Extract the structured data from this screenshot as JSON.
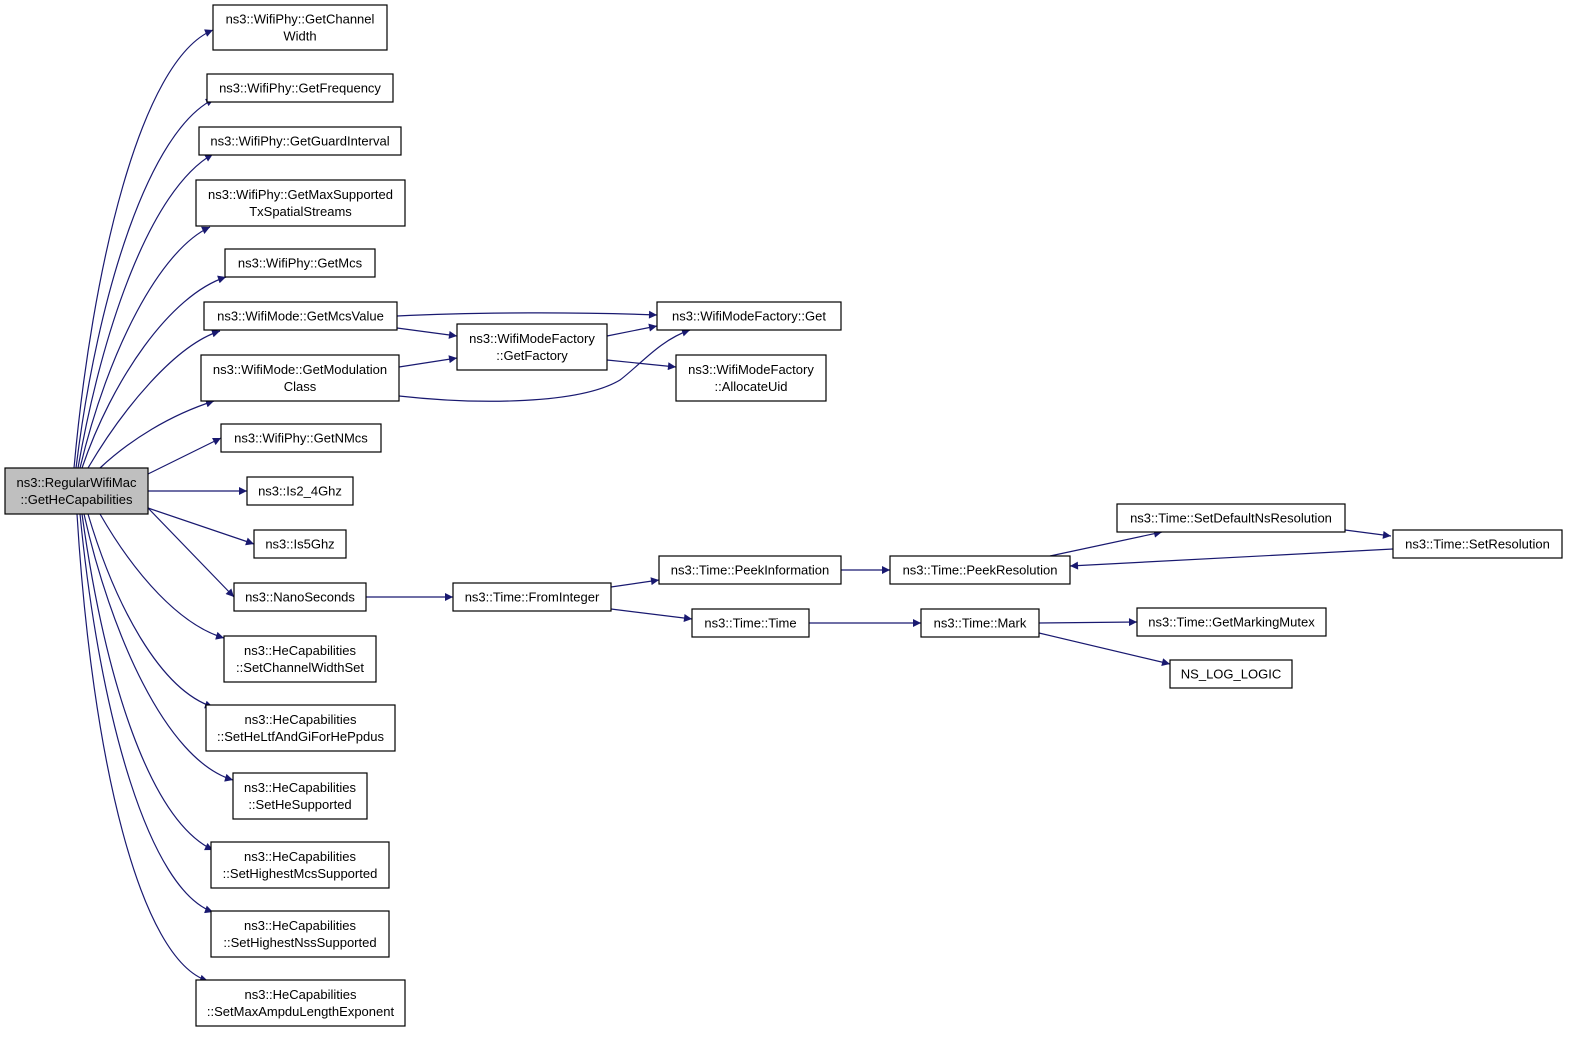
{
  "graph": {
    "nodes": [
      {
        "id": "root",
        "lines": [
          "ns3::RegularWifiMac",
          "::GetHeCapabilities"
        ]
      },
      {
        "id": "getChannelWidth",
        "lines": [
          "ns3::WifiPhy::GetChannel",
          "Width"
        ]
      },
      {
        "id": "getFrequency",
        "lines": [
          "ns3::WifiPhy::GetFrequency"
        ]
      },
      {
        "id": "getGuardInterval",
        "lines": [
          "ns3::WifiPhy::GetGuardInterval"
        ]
      },
      {
        "id": "getMaxSupported",
        "lines": [
          "ns3::WifiPhy::GetMaxSupported",
          "TxSpatialStreams"
        ]
      },
      {
        "id": "getMcs",
        "lines": [
          "ns3::WifiPhy::GetMcs"
        ]
      },
      {
        "id": "getMcsValue",
        "lines": [
          "ns3::WifiMode::GetMcsValue"
        ]
      },
      {
        "id": "getModulationClass",
        "lines": [
          "ns3::WifiMode::GetModulation",
          "Class"
        ]
      },
      {
        "id": "getNMcs",
        "lines": [
          "ns3::WifiPhy::GetNMcs"
        ]
      },
      {
        "id": "is2_4Ghz",
        "lines": [
          "ns3::Is2_4Ghz"
        ]
      },
      {
        "id": "is5Ghz",
        "lines": [
          "ns3::Is5Ghz"
        ]
      },
      {
        "id": "nanoSeconds",
        "lines": [
          "ns3::NanoSeconds"
        ]
      },
      {
        "id": "setChannelWidthSet",
        "lines": [
          "ns3::HeCapabilities",
          "::SetChannelWidthSet"
        ]
      },
      {
        "id": "setHeLtf",
        "lines": [
          "ns3::HeCapabilities",
          "::SetHeLtfAndGiForHePpdus"
        ]
      },
      {
        "id": "setHeSupported",
        "lines": [
          "ns3::HeCapabilities",
          "::SetHeSupported"
        ]
      },
      {
        "id": "setHighestMcs",
        "lines": [
          "ns3::HeCapabilities",
          "::SetHighestMcsSupported"
        ]
      },
      {
        "id": "setHighestNss",
        "lines": [
          "ns3::HeCapabilities",
          "::SetHighestNssSupported"
        ]
      },
      {
        "id": "setMaxAmpdu",
        "lines": [
          "ns3::HeCapabilities",
          "::SetMaxAmpduLengthExponent"
        ]
      },
      {
        "id": "getFactory",
        "lines": [
          "ns3::WifiModeFactory",
          "::GetFactory"
        ]
      },
      {
        "id": "factoryGet",
        "lines": [
          "ns3::WifiModeFactory::Get"
        ]
      },
      {
        "id": "allocateUid",
        "lines": [
          "ns3::WifiModeFactory",
          "::AllocateUid"
        ]
      },
      {
        "id": "fromInteger",
        "lines": [
          "ns3::Time::FromInteger"
        ]
      },
      {
        "id": "peekInformation",
        "lines": [
          "ns3::Time::PeekInformation"
        ]
      },
      {
        "id": "timeTime",
        "lines": [
          "ns3::Time::Time"
        ]
      },
      {
        "id": "peekResolution",
        "lines": [
          "ns3::Time::PeekResolution"
        ]
      },
      {
        "id": "mark",
        "lines": [
          "ns3::Time::Mark"
        ]
      },
      {
        "id": "setDefaultNsResolution",
        "lines": [
          "ns3::Time::SetDefaultNsResolution"
        ]
      },
      {
        "id": "setResolution",
        "lines": [
          "ns3::Time::SetResolution"
        ]
      },
      {
        "id": "getMarkingMutex",
        "lines": [
          "ns3::Time::GetMarkingMutex"
        ]
      },
      {
        "id": "nsLogLogic",
        "lines": [
          "NS_LOG_LOGIC"
        ]
      }
    ],
    "edges": [
      [
        "root",
        "getChannelWidth"
      ],
      [
        "root",
        "getFrequency"
      ],
      [
        "root",
        "getGuardInterval"
      ],
      [
        "root",
        "getMaxSupported"
      ],
      [
        "root",
        "getMcs"
      ],
      [
        "root",
        "getMcsValue"
      ],
      [
        "root",
        "getModulationClass"
      ],
      [
        "root",
        "getNMcs"
      ],
      [
        "root",
        "is2_4Ghz"
      ],
      [
        "root",
        "is5Ghz"
      ],
      [
        "root",
        "nanoSeconds"
      ],
      [
        "root",
        "setChannelWidthSet"
      ],
      [
        "root",
        "setHeLtf"
      ],
      [
        "root",
        "setHeSupported"
      ],
      [
        "root",
        "setHighestMcs"
      ],
      [
        "root",
        "setHighestNss"
      ],
      [
        "root",
        "setMaxAmpdu"
      ],
      [
        "getMcsValue",
        "factoryGet"
      ],
      [
        "getMcsValue",
        "getFactory"
      ],
      [
        "getModulationClass",
        "getFactory"
      ],
      [
        "getModulationClass",
        "factoryGet"
      ],
      [
        "getFactory",
        "factoryGet"
      ],
      [
        "getFactory",
        "allocateUid"
      ],
      [
        "nanoSeconds",
        "fromInteger"
      ],
      [
        "fromInteger",
        "peekInformation"
      ],
      [
        "fromInteger",
        "timeTime"
      ],
      [
        "peekInformation",
        "peekResolution"
      ],
      [
        "peekResolution",
        "setDefaultNsResolution"
      ],
      [
        "setDefaultNsResolution",
        "setResolution"
      ],
      [
        "setResolution",
        "peekResolution"
      ],
      [
        "timeTime",
        "mark"
      ],
      [
        "mark",
        "getMarkingMutex"
      ],
      [
        "mark",
        "nsLogLogic"
      ]
    ],
    "colors": {
      "edge": "#191970",
      "root_fill": "#bfbfbf",
      "node_fill": "#ffffff"
    }
  }
}
